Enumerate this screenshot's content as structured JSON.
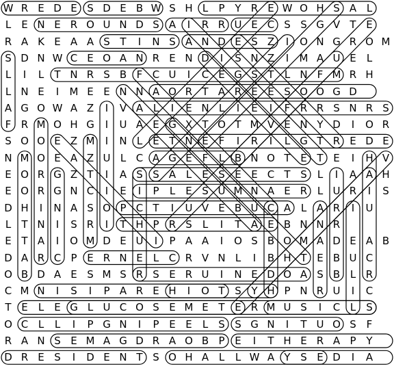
{
  "puzzle": {
    "rows": [
      "WREDESDEBWSHLPYREWOHSAL",
      "LENEROUNDSAIRRUECSSGVTE",
      "RAKEAASTINSANDESZIONGROM",
      "SDNWCEOANRENDISNZIMAUEL",
      "LILTNRSBFCUICEGSTLNFMRH",
      "LNEIMEENNAORTAREESOOGD",
      "AGOWAZIVALIENLIEIFRRSNRS",
      "FRMOHGIUAEGXTOTMVENYDIORT",
      "SOOEZMINLETNEFIRILGTREDE",
      "NMOEAZULCAGEFLBNOTETEIHV",
      "EORGZTIASSALESEECTSLIAAH",
      "EORGNCIEIPLESUMNAERLURIS",
      "DHINASOPCTIUVEBUCALARIU",
      "LTNISRITHPRSLITAEBNNR",
      "ETAIOMDEUIPAAIOSBOMADEAB",
      "DARCPERNELCRVNLIBHTEBUC",
      "OBDAESMSRSERUINEDOASBLR",
      "CMNISIPAREHIOTSYHPNRUIC",
      "TELEGLUCOSEMETERMUSICLS",
      "OCLLIPGNIPEELSSGNITUOSF",
      "RANSEMAGDRAOBPEITHERAPY",
      "DRESIDENTSOHALLWAYSEDIA"
    ]
  }
}
